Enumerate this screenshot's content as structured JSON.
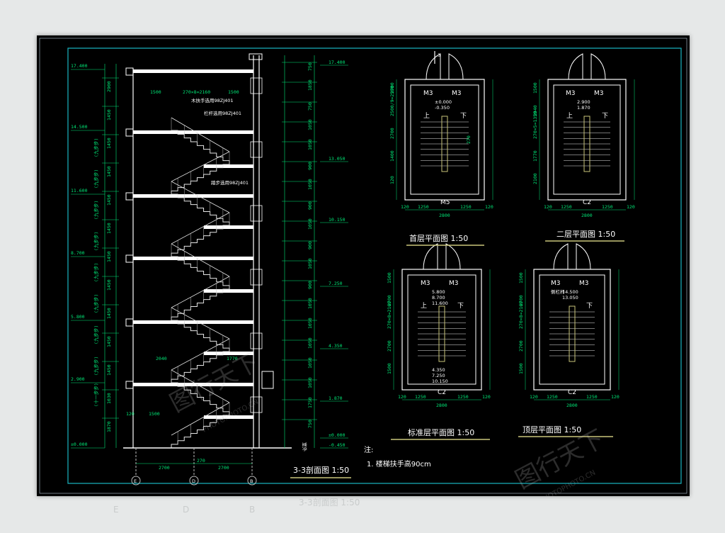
{
  "section": {
    "title": "3-3剖面图 1:50",
    "axes": [
      "E",
      "D",
      "B"
    ],
    "bottom_spans": [
      "2700",
      "270",
      "2700"
    ],
    "top_marker": "3",
    "levels": [
      "17.400",
      "14.500",
      "11.600",
      "8.700",
      "5.800",
      "2.900",
      "±0.000"
    ],
    "right_levels": [
      "17.400",
      "13.050",
      "10.150",
      "7.250",
      "4.350",
      "1.870",
      "±0.000",
      "-0.450"
    ],
    "left_heights": [
      "2900",
      "1450",
      "1450",
      "1450",
      "1450",
      "1450",
      "1450",
      "1450",
      "1450",
      "1450",
      "1450",
      "1030",
      "1870"
    ],
    "step_notes": [
      "(九步步)",
      "(九步步)",
      "(九步步)",
      "(九步步)",
      "(九步步)",
      "(九步步)",
      "(九步步)",
      "(九步步)",
      "(十一步步)"
    ],
    "right_dims": [
      "750",
      "1850",
      "750",
      "1050",
      "1050",
      "900",
      "1050",
      "900",
      "1050",
      "900",
      "1050",
      "900",
      "1050",
      "1050",
      "1050",
      "1050",
      "1050",
      "1750",
      "750"
    ],
    "callouts": [
      "木扶手选用98ZJ401",
      "栏杆选用98ZJ401",
      "踏步选用98ZJ401"
    ],
    "top_dims": [
      "1500",
      "270×8=2160",
      "1500"
    ],
    "lower_dims": [
      "2040",
      "1770",
      "1500"
    ],
    "ground_label": "室外",
    "base_dim": "120"
  },
  "plans": [
    {
      "title": "首层平面图 1:50",
      "doors": [
        "M3",
        "M3"
      ],
      "bottom_label": "M5",
      "up": "上",
      "down": "下",
      "levels": [
        "±0.000",
        "-0.350"
      ],
      "widths": [
        "1250",
        "1250"
      ],
      "total": "2800",
      "side_dims": [
        "2700",
        "2500/9=2500",
        "2700",
        "1400",
        "120"
      ],
      "edge_dims": [
        "120",
        "120"
      ],
      "stair_dim": "270"
    },
    {
      "title": "二层平面图 1:50",
      "doors": [
        "M3",
        "M3"
      ],
      "bottom_label": "C2",
      "up": "上",
      "down": "下",
      "levels": [
        "2.900",
        "1.870"
      ],
      "widths": [
        "1250",
        "1250"
      ],
      "total": "2800",
      "side_dims": [
        "1500",
        "2940",
        "270×5=1350",
        "1770",
        "2100"
      ],
      "edge_dims": [
        "120",
        "120"
      ]
    },
    {
      "title": "标准层平面图 1:50",
      "doors": [
        "M3",
        "M3"
      ],
      "bottom_label": "C2",
      "up": "上",
      "down": "下",
      "levels": [
        "5.800",
        "8.700",
        "11.600",
        "4.350",
        "7.250",
        "10.150"
      ],
      "widths": [
        "1250",
        "1250"
      ],
      "total": "2800",
      "side_dims": [
        "1500",
        "2700",
        "270×8=2160",
        "2700",
        "1500"
      ],
      "edge_dims": [
        "120",
        "120"
      ]
    },
    {
      "title": "顶层平面图 1:50",
      "doors": [
        "M3",
        "M3"
      ],
      "bottom_label": "C2",
      "up": "",
      "down": "下",
      "levels": [
        "14.500",
        "13.050"
      ],
      "widths": [
        "1250",
        "1250"
      ],
      "total": "2800",
      "side_dims": [
        "1500",
        "2700",
        "270×8=2160",
        "2700",
        "1500"
      ],
      "edge_dims": [
        "120",
        "120"
      ],
      "tag": "侧栏杆"
    }
  ],
  "notes": {
    "heading": "注:",
    "items": [
      "1. 楼梯扶手高90cm"
    ]
  },
  "watermark": {
    "brand": "图行天下",
    "url": "PHOTOPHOTO.CN"
  },
  "colors": {
    "background": "#000000",
    "frame": "#19b6c2",
    "lines": "#ffffff",
    "dims": "#00e676",
    "stairs": "#e6e6e6",
    "handrail": "#c9c57a",
    "page": "#e6e8e8"
  }
}
